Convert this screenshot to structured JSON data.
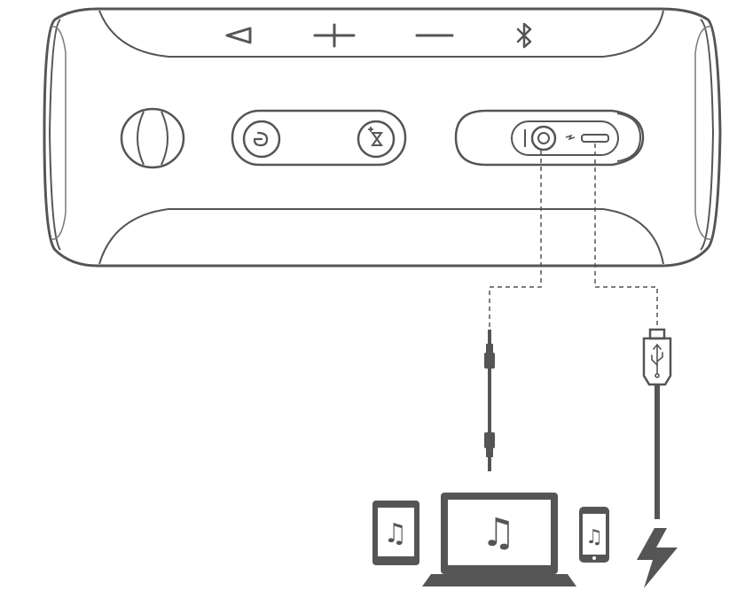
{
  "diagram": {
    "colors": {
      "stroke": "#555555",
      "light_stroke": "#7a7a7a",
      "device_fill": "#ffffff",
      "dark_fill": "#555555",
      "screen_fill": "#ffffff"
    },
    "speaker": {
      "top_buttons": [
        {
          "name": "play-icon"
        },
        {
          "name": "volume-up-icon"
        },
        {
          "name": "volume-down-icon"
        },
        {
          "name": "bluetooth-icon"
        }
      ],
      "panel_buttons": [
        {
          "name": "power-icon"
        },
        {
          "name": "connect-plus-icon"
        }
      ],
      "ports": [
        {
          "name": "aux-in-port-icon"
        },
        {
          "name": "micro-usb-charging-port-icon"
        }
      ]
    },
    "cables": [
      {
        "name": "aux-audio-cable",
        "connects": "aux-in-port"
      },
      {
        "name": "usb-charging-cable",
        "connects": "micro-usb-charging-port"
      }
    ],
    "sources": [
      {
        "name": "tablet-icon",
        "glyph": "♫"
      },
      {
        "name": "laptop-icon",
        "glyph": "♫"
      },
      {
        "name": "phone-icon",
        "glyph": "♫"
      },
      {
        "name": "power-bolt-icon"
      }
    ]
  }
}
